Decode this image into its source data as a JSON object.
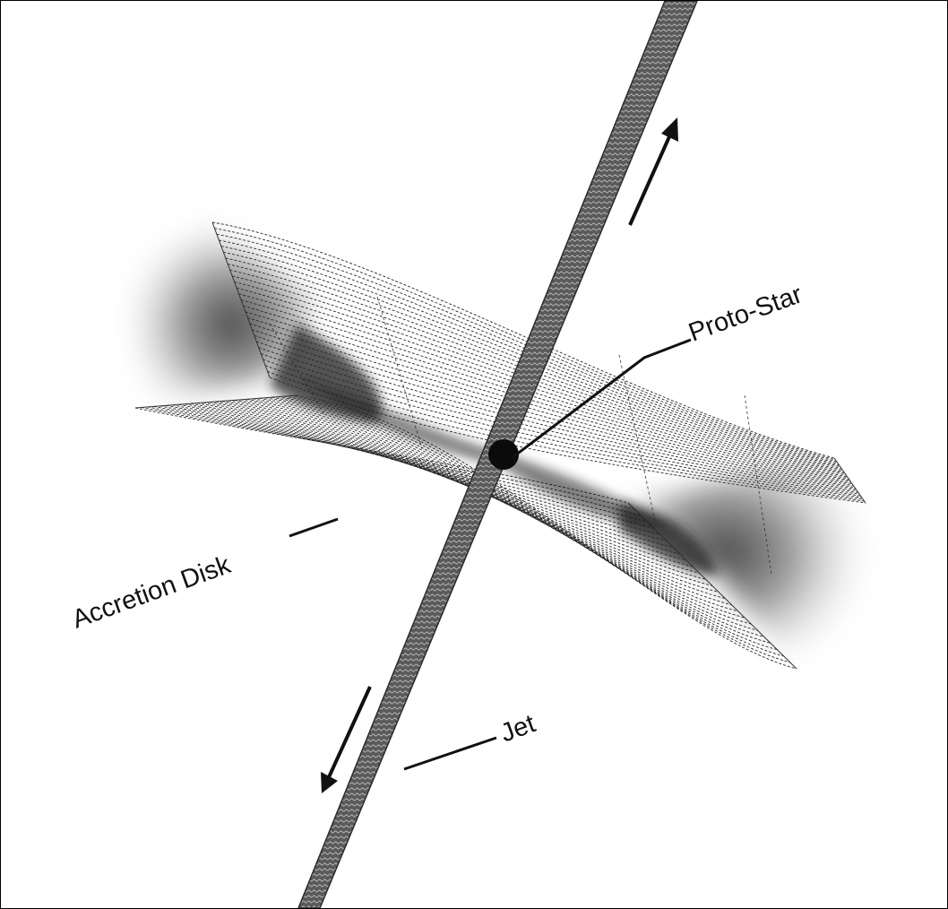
{
  "labels": {
    "proto_star": "Proto-Star",
    "accretion_disk": "Accretion Disk",
    "jet": "Jet"
  },
  "colors": {
    "background": "#ffffff",
    "ink": "#111111",
    "jet": "#4a4a4a",
    "haze": "#8a8a8a"
  }
}
